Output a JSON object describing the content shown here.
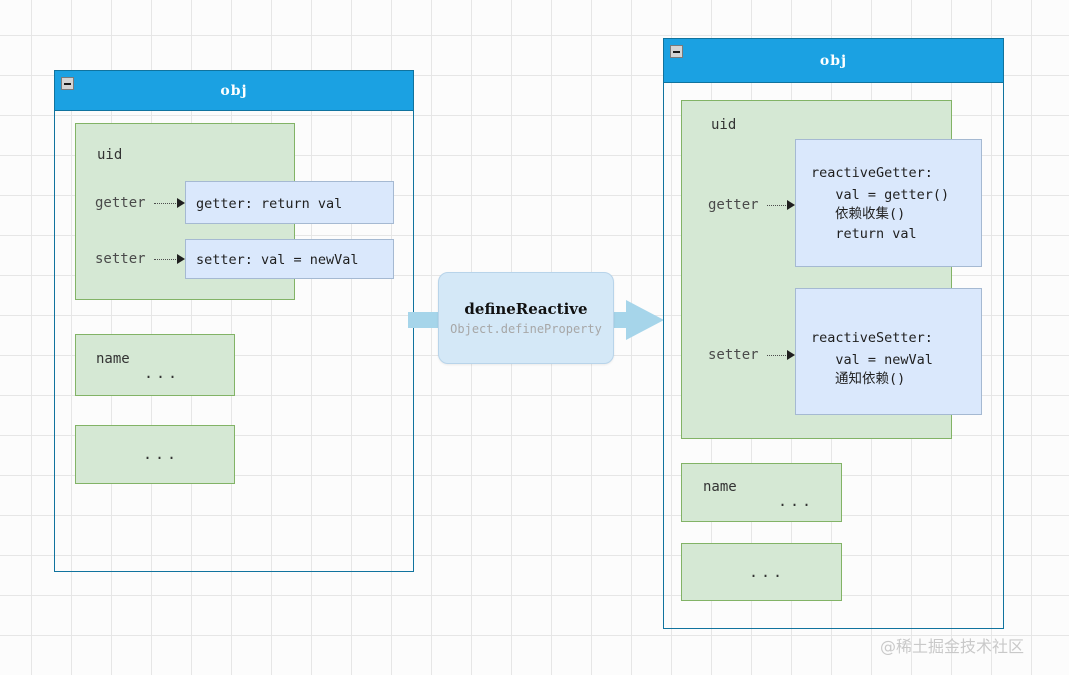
{
  "diagram": {
    "title_left": "obj",
    "title_right": "obj",
    "watermark": "@稀土掘金技术社区"
  },
  "left_panel": {
    "title": "obj",
    "collapse_icon": "minus-icon",
    "uid_group": {
      "label": "uid",
      "getter_label": "getter",
      "setter_label": "setter"
    },
    "getter_box": "getter: return val",
    "setter_box": "setter: val = newVal",
    "name_box": {
      "label": "name",
      "dots": "..."
    },
    "ellipsis_box": {
      "dots": "..."
    }
  },
  "transform": {
    "title": "defineReactive",
    "subtitle": "Object.defineProperty",
    "arrow_color": "#a6d5ea"
  },
  "right_panel": {
    "title": "obj",
    "collapse_icon": "minus-icon",
    "uid_group": {
      "label": "uid",
      "getter_label": "getter",
      "setter_label": "setter"
    },
    "reactive_getter": {
      "line1": "reactiveGetter:",
      "line2": "   val = getter()",
      "line3": "依赖收集()",
      "line4": "   return val"
    },
    "reactive_setter": {
      "line1": "reactiveSetter:",
      "line2": "   val = newVal",
      "line3": "通知依赖()"
    },
    "name_box": {
      "label": "name",
      "dots": "..."
    },
    "ellipsis_box": {
      "dots": "..."
    }
  },
  "colors": {
    "header_blue": "#1ba1e2",
    "panel_border": "#10739e",
    "green_fill": "#d5e8d4",
    "green_border": "#82b366",
    "blue_fill": "#dae8fc",
    "blue_border": "#a5b9d2"
  }
}
